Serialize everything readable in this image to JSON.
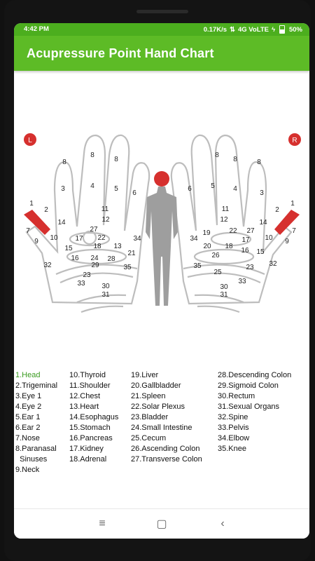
{
  "status": {
    "time": "4:42 PM",
    "speed": "0.17K/s",
    "network": "4G VoLTE",
    "battery": "50%"
  },
  "app": {
    "title": "Acupressure Point Hand Chart"
  },
  "chart": {
    "left_badge": "L",
    "right_badge": "R",
    "left_labels": [
      "8",
      "8",
      "8",
      "3",
      "4",
      "5",
      "6",
      "1",
      "2",
      "7",
      "9",
      "10",
      "14",
      "11",
      "12",
      "27",
      "17",
      "22",
      "15",
      "18",
      "13",
      "21",
      "34",
      "16",
      "24",
      "28",
      "32",
      "29",
      "35",
      "23",
      "33",
      "30",
      "31"
    ],
    "right_labels": [
      "8",
      "8",
      "8",
      "6",
      "5",
      "4",
      "3",
      "1",
      "2",
      "7",
      "9",
      "10",
      "14",
      "11",
      "12",
      "19",
      "22",
      "27",
      "34",
      "17",
      "20",
      "18",
      "16",
      "26",
      "15",
      "35",
      "25",
      "23",
      "32",
      "33",
      "30",
      "31"
    ]
  },
  "legend": {
    "col1": [
      "1.Head",
      "2.Trigeminal",
      "3.Eye 1",
      "4.Eye 2",
      "5.Ear 1",
      "6.Ear 2",
      "7.Nose",
      "8.Paranasal",
      "  Sinuses",
      "9.Neck"
    ],
    "col2": [
      "10.Thyroid",
      "11.Shoulder",
      "12.Chest",
      "13.Heart",
      "14.Esophagus",
      "15.Stomach",
      "16.Pancreas",
      "17.Kidney",
      "18.Adrenal"
    ],
    "col3": [
      "19.Liver",
      "20.Gallbladder",
      "21.Spleen",
      "22.Solar Plexus",
      "23.Bladder",
      "24.Small Intestine",
      "25.Cecum",
      "26.Ascending Colon",
      "27.Transverse Colon"
    ],
    "col4": [
      "28.Descending Colon",
      "29.Sigmoid Colon",
      "30.Rectum",
      "31.Sexual Organs",
      "32.Spine",
      "33.Pelvis",
      "34.Elbow",
      "35.Knee"
    ]
  },
  "colors": {
    "accent": "#5dbb26",
    "status": "#4cae1e",
    "marker": "#d6302e",
    "selected": "#3a9b20"
  },
  "nav": {
    "menu_icon": "menu-icon",
    "home_icon": "home-icon",
    "back_icon": "back-icon"
  }
}
